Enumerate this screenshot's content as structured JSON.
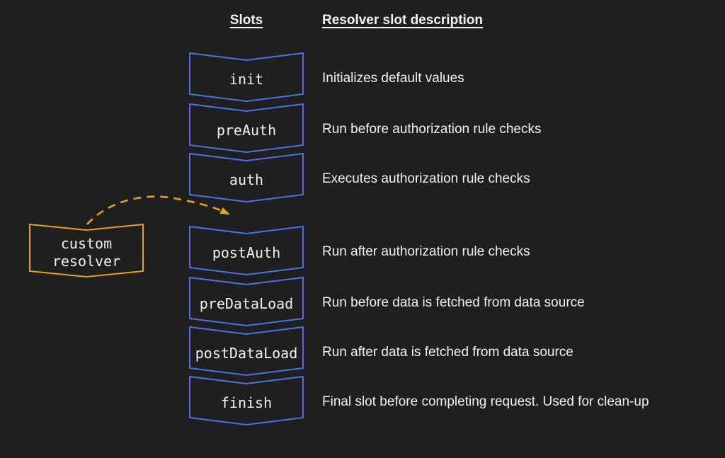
{
  "diagram": {
    "headers": {
      "slots": "Slots",
      "description": "Resolver slot description"
    },
    "slots": [
      {
        "label": "init",
        "description": "Initializes default values"
      },
      {
        "label": "preAuth",
        "description": "Run before authorization rule checks"
      },
      {
        "label": "auth",
        "description": "Executes authorization rule checks"
      },
      {
        "label": "postAuth",
        "description": "Run after authorization rule checks"
      },
      {
        "label": "preDataLoad",
        "description": "Run before data is fetched from data source"
      },
      {
        "label": "postDataLoad",
        "description": "Run after data is fetched from data source"
      },
      {
        "label": "finish",
        "description": "Final slot before completing request. Used for clean-up"
      }
    ],
    "custom_resolver": {
      "label": "custom resolver"
    },
    "colors": {
      "background": "#1f1f1f",
      "slot_border": "#4d72e8",
      "custom_border": "#e6a219",
      "arrow": "#e6a219",
      "text": "#f2f2f2"
    }
  }
}
